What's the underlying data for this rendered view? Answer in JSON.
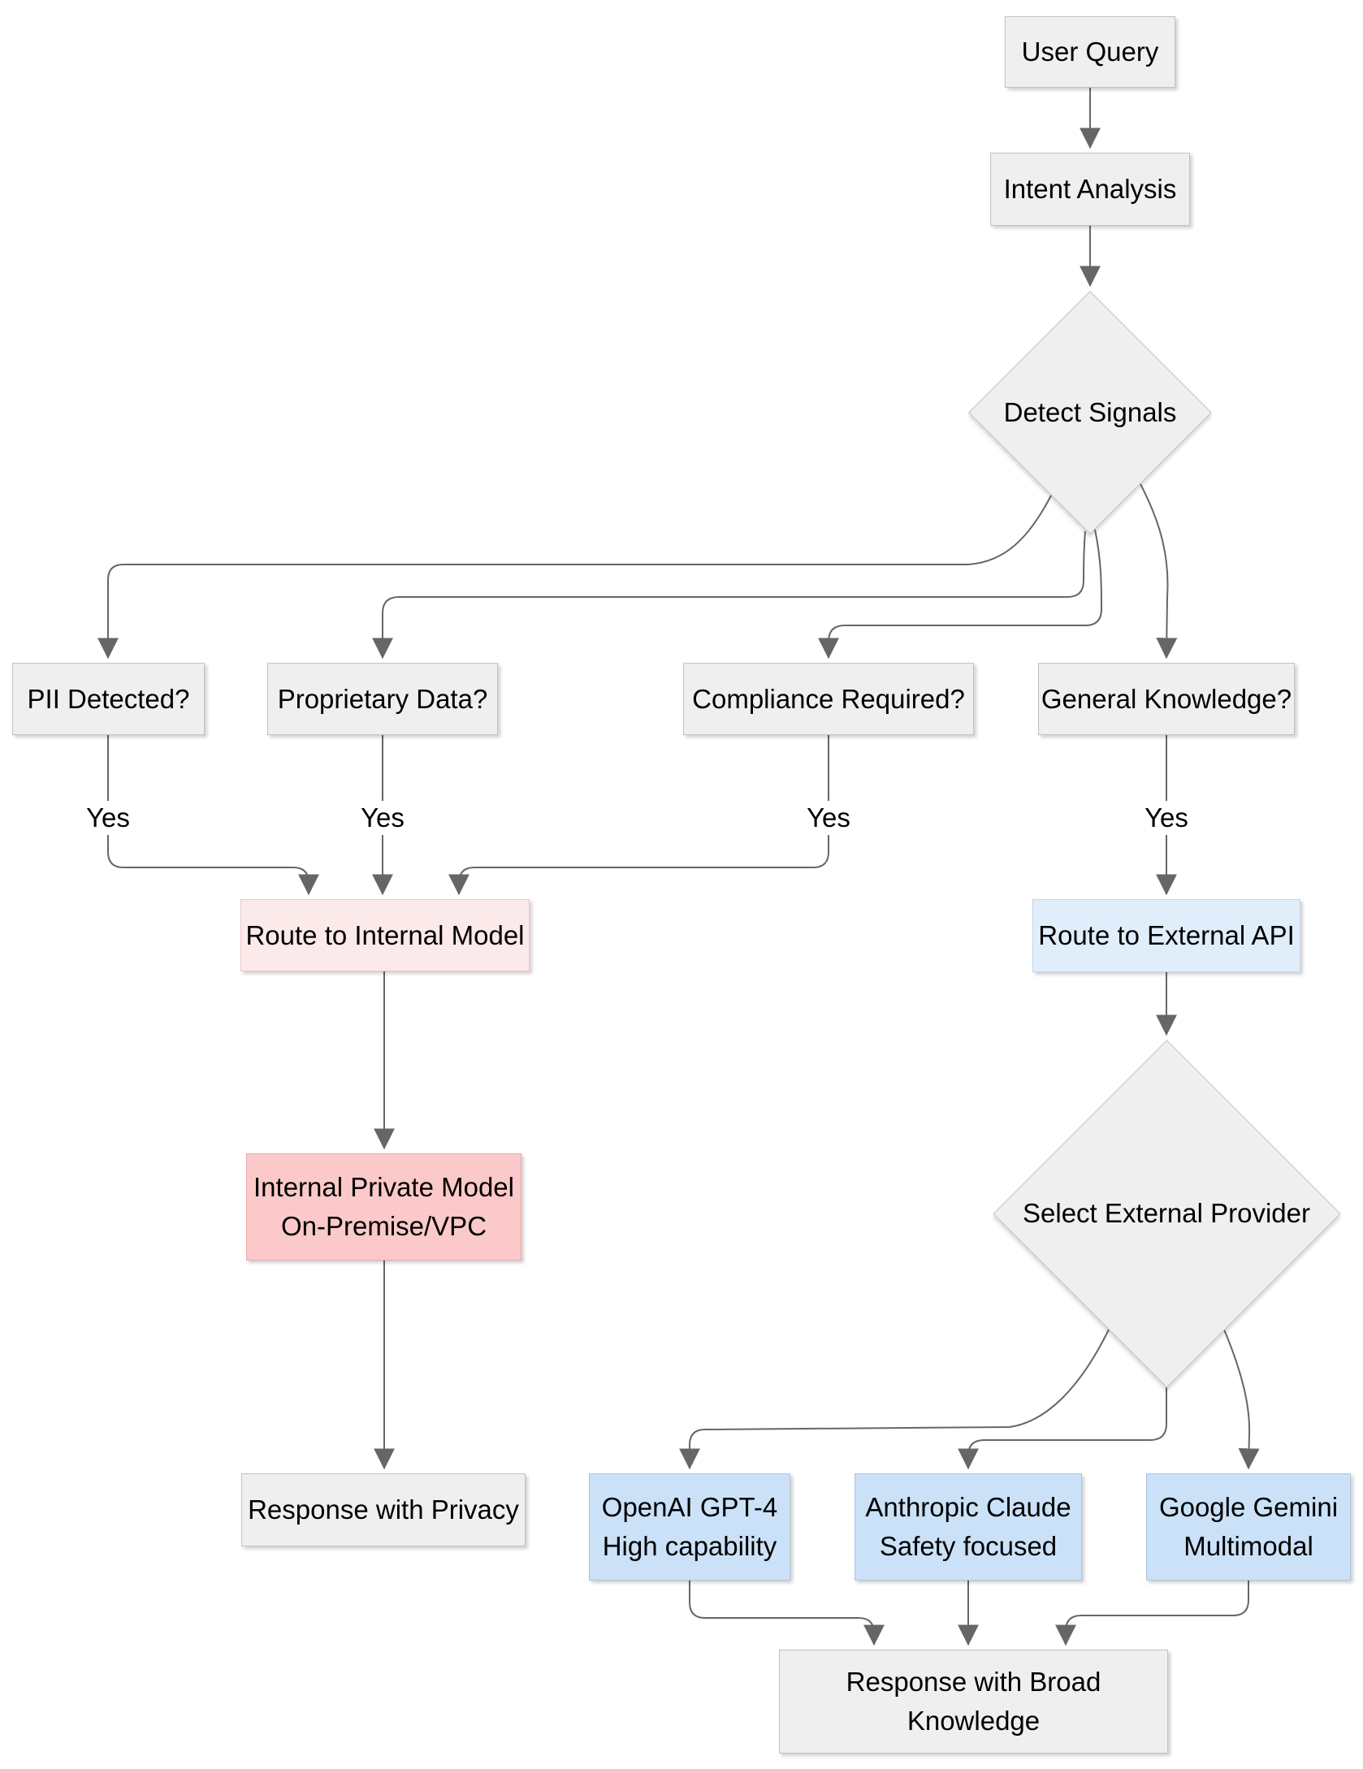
{
  "nodes": {
    "user_query": {
      "label": "User Query"
    },
    "intent_analysis": {
      "label": "Intent Analysis"
    },
    "detect_signals": {
      "label": "Detect Signals"
    },
    "pii": {
      "label": "PII Detected?"
    },
    "proprietary": {
      "label": "Proprietary Data?"
    },
    "compliance": {
      "label": "Compliance Required?"
    },
    "general": {
      "label": "General Knowledge?"
    },
    "route_internal": {
      "label": "Route to Internal Model"
    },
    "route_external": {
      "label": "Route to External API"
    },
    "internal_model": {
      "line1": "Internal Private Model",
      "line2": "On-Premise/VPC"
    },
    "select_provider": {
      "label": "Select External Provider"
    },
    "openai": {
      "line1": "OpenAI GPT-4",
      "line2": "High capability"
    },
    "anthropic": {
      "line1": "Anthropic Claude",
      "line2": "Safety focused"
    },
    "gemini": {
      "line1": "Google Gemini",
      "line2": "Multimodal"
    },
    "response_privacy": {
      "label": "Response with Privacy"
    },
    "response_broad": {
      "line1": "Response with Broad",
      "line2": "Knowledge"
    }
  },
  "edges": [
    {
      "from": "user_query",
      "to": "intent_analysis",
      "label": ""
    },
    {
      "from": "intent_analysis",
      "to": "detect_signals",
      "label": ""
    },
    {
      "from": "detect_signals",
      "to": "pii",
      "label": ""
    },
    {
      "from": "detect_signals",
      "to": "proprietary",
      "label": ""
    },
    {
      "from": "detect_signals",
      "to": "compliance",
      "label": ""
    },
    {
      "from": "detect_signals",
      "to": "general",
      "label": ""
    },
    {
      "from": "pii",
      "to": "route_internal",
      "label": "Yes"
    },
    {
      "from": "proprietary",
      "to": "route_internal",
      "label": "Yes"
    },
    {
      "from": "compliance",
      "to": "route_internal",
      "label": "Yes"
    },
    {
      "from": "general",
      "to": "route_external",
      "label": "Yes"
    },
    {
      "from": "route_external",
      "to": "select_provider",
      "label": ""
    },
    {
      "from": "route_internal",
      "to": "internal_model",
      "label": ""
    },
    {
      "from": "internal_model",
      "to": "response_privacy",
      "label": ""
    },
    {
      "from": "select_provider",
      "to": "openai",
      "label": ""
    },
    {
      "from": "select_provider",
      "to": "anthropic",
      "label": ""
    },
    {
      "from": "select_provider",
      "to": "gemini",
      "label": ""
    },
    {
      "from": "openai",
      "to": "response_broad",
      "label": ""
    },
    {
      "from": "anthropic",
      "to": "response_broad",
      "label": ""
    },
    {
      "from": "gemini",
      "to": "response_broad",
      "label": ""
    }
  ],
  "colors": {
    "text_color": "#000000",
    "edge_color": "#666666",
    "node_gray_fill": "#efefef",
    "node_gray_border": "#c2c2c2",
    "pink_light_fill": "#fce9e9",
    "pink_light_border": "#ecc8c8",
    "pink_fill": "#fbc9c9",
    "pink_border": "#e8a9a9",
    "blue_light_fill": "#e0eefb",
    "blue_light_border": "#c2d6e8",
    "blue_fill": "#cbe1f7",
    "blue_border": "#aac6e0"
  }
}
